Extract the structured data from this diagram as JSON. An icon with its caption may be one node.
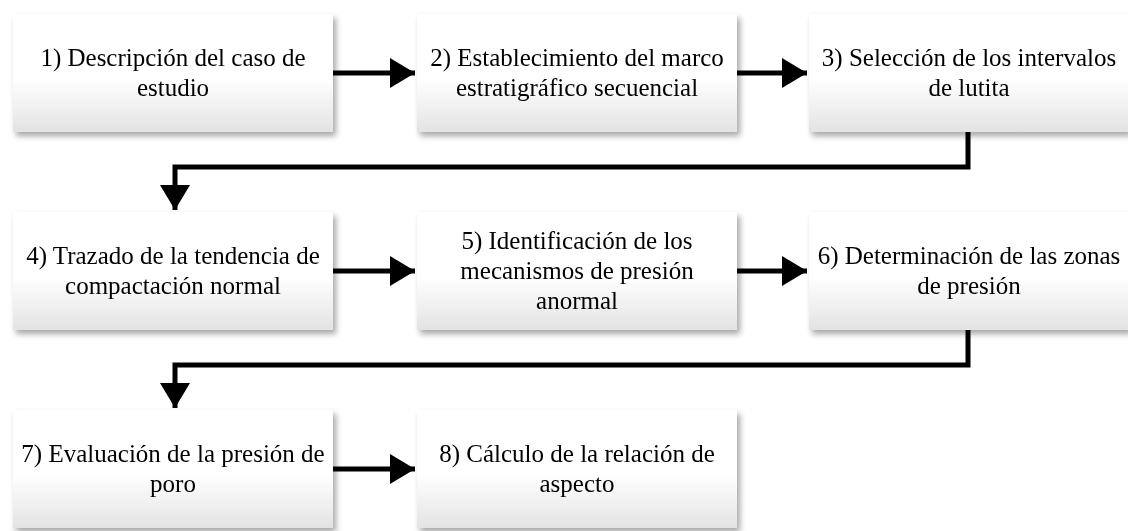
{
  "diagram": {
    "nodes": [
      {
        "text": [
          "1) Descripción del caso de estudio"
        ]
      },
      {
        "text": [
          "2) Establecimiento del marco estratigráfico secuencial"
        ]
      },
      {
        "text": [
          "3) Selección de los intervalos de lutita"
        ]
      },
      {
        "text": [
          "4) Trazado de la tendencia de compactación normal"
        ]
      },
      {
        "text": [
          "5) Identificación de los mecanismos de presión anormal"
        ]
      },
      {
        "text": [
          "6) Determinación de las zonas de presión"
        ]
      },
      {
        "text": [
          "7) Evaluación de la presión de poro"
        ]
      },
      {
        "text": [
          "8) Cálculo de la relación de aspecto"
        ]
      }
    ],
    "edges": [
      {
        "from": 0,
        "to": 1,
        "arrow": "to"
      },
      {
        "from": 1,
        "to": 2,
        "arrow": "to"
      },
      {
        "from": 2,
        "to": 3,
        "arrow": "to"
      },
      {
        "from": 3,
        "to": 4,
        "arrow": "to"
      },
      {
        "from": 4,
        "to": 5,
        "arrow": "to"
      },
      {
        "from": 5,
        "to": 6,
        "arrow": "to"
      },
      {
        "from": 6,
        "to": 7,
        "arrow": "to"
      }
    ]
  }
}
